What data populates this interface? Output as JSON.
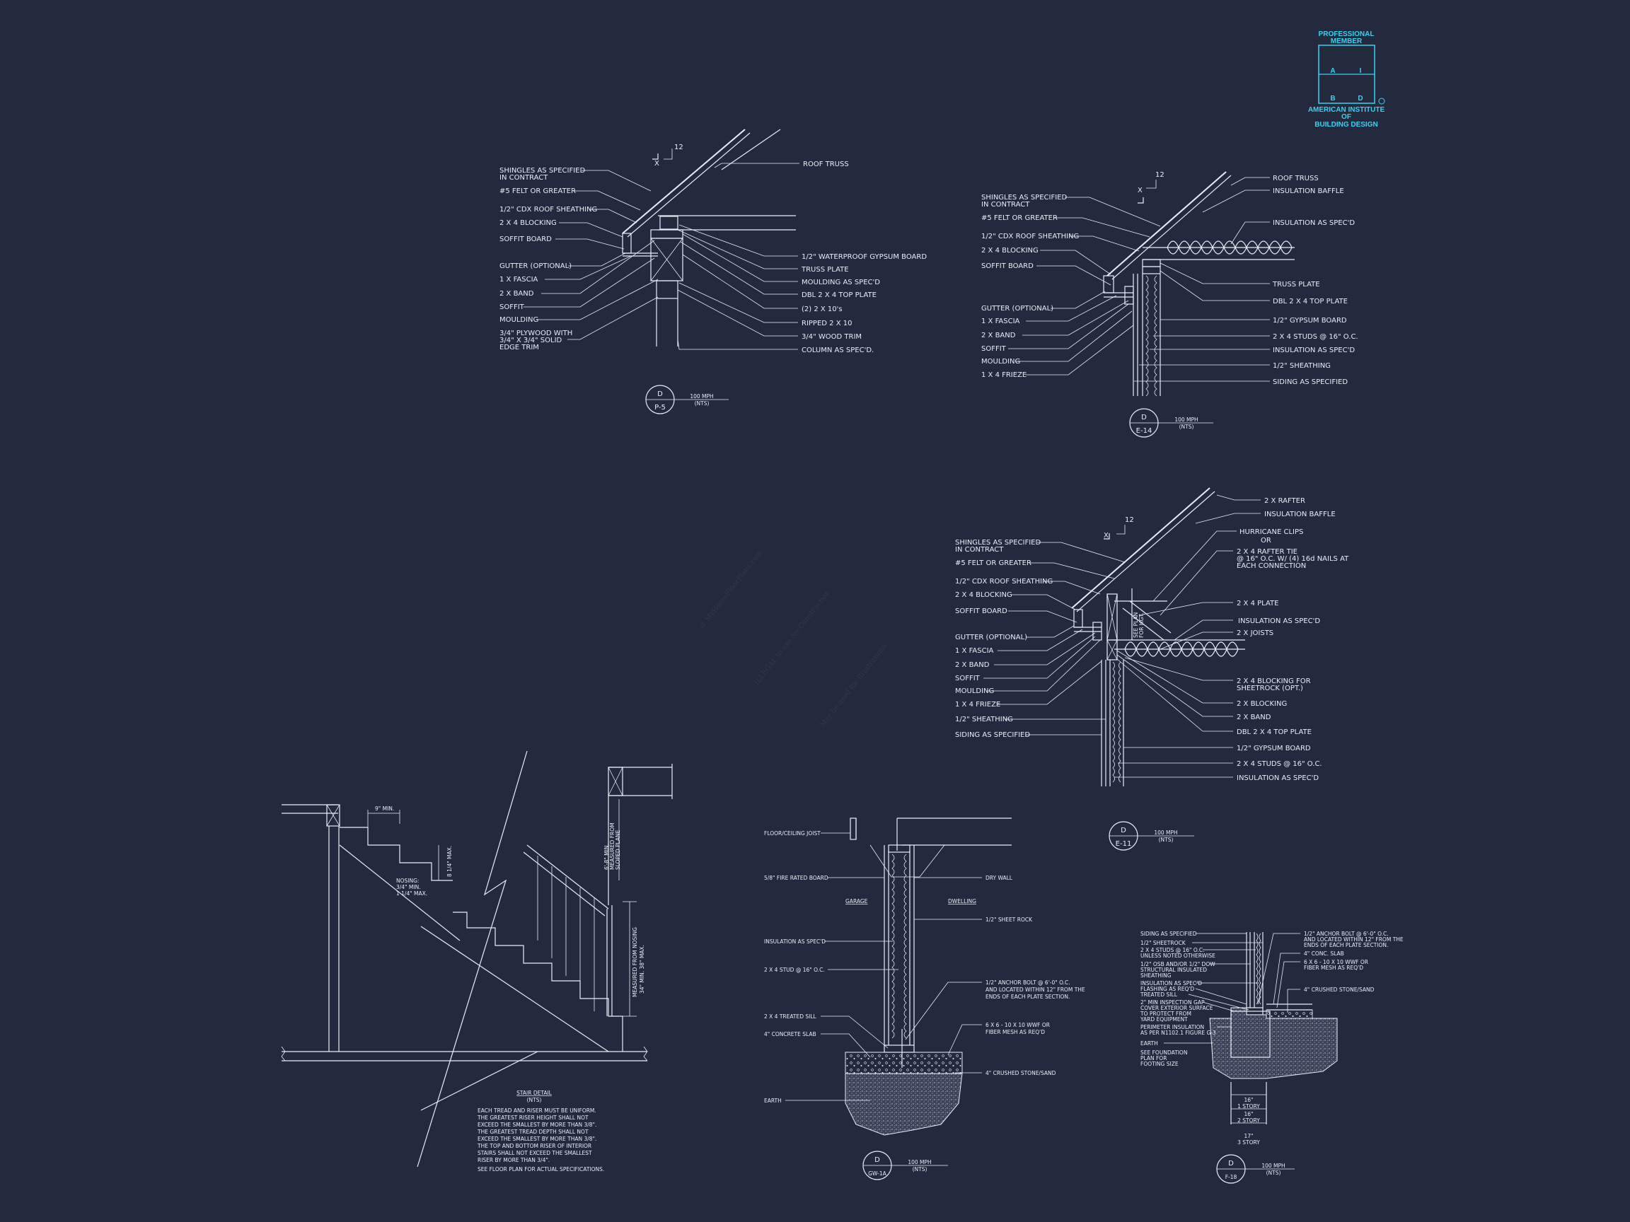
{
  "logo": {
    "top": [
      "PROFESSIONAL",
      "MEMBER"
    ],
    "letters": [
      "A",
      "I",
      "B",
      "D"
    ],
    "bottom": [
      "AMERICAN INSTITUTE",
      "OF",
      "BUILDING DESIGN"
    ],
    "color": "#38d2f0"
  },
  "watermark": {
    "line1": "© MyHomeFloorPlans.com",
    "line2": "ILLEGAL to use for Construction",
    "line3": "May be used for Illustrations"
  },
  "details": {
    "p5": {
      "pitch": "12",
      "x": "X",
      "left": [
        "SHINGLES AS SPECIFIED",
        "IN CONTRACT",
        "#5 FELT OR GREATER",
        "1/2\" CDX ROOF SHEATHING",
        "2 X 4 BLOCKING",
        "SOFFIT  BOARD",
        "GUTTER (OPTIONAL)",
        "1 X   FASCIA",
        "2 X   BAND",
        "SOFFIT",
        "MOULDING",
        "3/4\" PLYWOOD WITH",
        "3/4\" X 3/4\" SOLID",
        "EDGE TRIM"
      ],
      "right": [
        "ROOF TRUSS",
        "1/2\" WATERPROOF GYPSUM BOARD",
        "TRUSS PLATE",
        "MOULDING AS SPEC'D",
        "DBL 2 X 4 TOP PLATE",
        "(2) 2 X 10's",
        "RIPPED 2 X 10",
        "3/4\" WOOD TRIM",
        "COLUMN AS SPEC'D."
      ],
      "tag": {
        "top": "D",
        "bottom": "P-5",
        "wind": "100 MPH",
        "scale": "(NTS)"
      }
    },
    "e14": {
      "pitch": "12",
      "x": "X",
      "left": [
        "SHINGLES AS SPECIFIED",
        "IN CONTRACT",
        "#5 FELT OR GREATER",
        "1/2\" CDX ROOF SHEATHING",
        "2 X 4 BLOCKING",
        "SOFFIT  BOARD",
        "GUTTER (OPTIONAL)",
        "1 X   FASCIA",
        "2 X   BAND",
        "SOFFIT",
        "MOULDING",
        "1 X 4 FRIEZE"
      ],
      "right": [
        "ROOF TRUSS",
        "INSULATION BAFFLE",
        "INSULATION AS SPEC'D",
        "TRUSS PLATE",
        "DBL 2 X 4 TOP PLATE",
        "1/2\" GYPSUM BOARD",
        "2 X 4 STUDS @ 16\" O.C.",
        "INSULATION AS SPEC'D",
        "1/2\" SHEATHING",
        "SIDING AS SPECIFIED"
      ],
      "tag": {
        "top": "D",
        "bottom": "E-14",
        "wind": "100 MPH",
        "scale": "(NTS)"
      }
    },
    "e11": {
      "pitch": "12",
      "x": "X",
      "vertical": [
        "SEE PLAN",
        "FOR HGT."
      ],
      "left": [
        "SHINGLES AS SPECIFIED",
        "IN CONTRACT",
        "#5 FELT OR GREATER",
        "1/2\" CDX ROOF SHEATHING",
        "2 X 4 BLOCKING",
        "SOFFIT  BOARD",
        "GUTTER (OPTIONAL)",
        "1 X   FASCIA",
        "2 X   BAND",
        "SOFFIT",
        "MOULDING",
        "1 X 4 FRIEZE",
        "1/2\" SHEATHING",
        "SIDING AS SPECIFIED"
      ],
      "right": [
        "2 X    RAFTER",
        "INSULATION BAFFLE",
        "HURRICANE CLIPS",
        "OR",
        "2 X 4 RAFTER TIE",
        "@ 16\" O.C. W/ (4) 16d NAILS AT",
        "EACH CONNECTION",
        "2 X 4 PLATE",
        "INSULATION AS SPEC'D",
        "2 X    JOISTS",
        "2 X 4 BLOCKING FOR",
        "SHEETROCK (OPT.)",
        "2 X    BLOCKING",
        "2 X    BAND",
        "DBL 2 X 4 TOP PLATE",
        "1/2\" GYPSUM BOARD",
        "2 X 4 STUDS @ 16\" O.C.",
        "INSULATION AS SPEC'D"
      ],
      "tag": {
        "top": "D",
        "bottom": "E-11",
        "wind": "100 MPH",
        "scale": "(NTS)"
      }
    },
    "stair": {
      "dims": [
        "9\" MIN.",
        "8 1/4\" MAX.",
        "NOSING:",
        "3/4\" MIN.",
        "1 1/4\" MAX."
      ],
      "headroom": [
        "6'-8\" MIN.",
        "MEASURED FROM",
        "SLOPED PLANE"
      ],
      "handrail": [
        "MEASURED FROM NOSING",
        "34\" MIN.  38\" MAX."
      ],
      "title": "STAIR DETAIL",
      "scale": "(NTS)",
      "notes": [
        "EACH TREAD AND RISER MUST BE UNIFORM.",
        "THE GREATEST RISER HEIGHT SHALL NOT",
        "EXCEED THE SMALLEST BY MORE THAN  3/8\".",
        "THE GREATEST TREAD DEPTH SHALL NOT",
        "EXCEED THE SMALLEST BY MORE THAN  3/8\".",
        "THE TOP AND BOTTOM RISER OF INTERIOR",
        "STAIRS SHALL NOT EXCEED THE SMALLEST",
        "RISER BY MORE THAN 3/4\".",
        "SEE FLOOR PLAN FOR ACTUAL SPECIFICATIONS."
      ]
    },
    "gw1a": {
      "left": [
        "FLOOR/CEILING JOIST",
        "5/8\" FIRE RATED BOARD",
        "INSULATION AS SPEC'D",
        "2 X 4 STUD @ 16\" O.C.",
        "2 X 4 TREATED SILL",
        "4\" CONCRETE SLAB",
        "EARTH"
      ],
      "sides": [
        "GARAGE",
        "DWELLING"
      ],
      "right": [
        "DRY WALL",
        "1/2\" SHEET ROCK",
        "1/2\" ANCHOR BOLT @ 6'-0\" O.C.",
        "AND LOCATED WITHIN 12\" FROM THE",
        "ENDS OF EACH PLATE SECTION.",
        "6 X 6 - 10 X 10 WWF OR",
        "FIBER MESH AS REQ'D",
        "4\" CRUSHED STONE/SAND"
      ],
      "tag": {
        "top": "D",
        "bottom": "GW-1A",
        "wind": "100 MPH",
        "scale": "(NTS)"
      }
    },
    "f18": {
      "left": [
        "SIDING AS SPECIFIED",
        "1/2\" SHEETROCK",
        "2 X 4 STUDS @ 16\" O.C.",
        "UNLESS NOTED OTHERWISE",
        "1/2\" OSB AND/OR 1/2\" DOW",
        "STRUCTURAL INSULATED",
        "SHEATHING",
        "INSULATION AS SPEC'D",
        "FLASHING AS REQ'D",
        "TREATED SILL",
        "2\" MIN INSPECTION GAP",
        "COVER EXTERIOR SURFACE",
        "TO PROTECT FROM",
        "YARD EQUIPMENT",
        "PERIMETER INSULATION",
        "AS PER N1102.1 FIGURE G-3",
        "EARTH",
        "SEE FOUNDATION",
        "PLAN FOR",
        "FOOTING SIZE"
      ],
      "right": [
        "1/2\" ANCHOR BOLT @ 6'-0\" O.C.",
        "AND LOCATED WITHIN 12\" FROM THE",
        "ENDS OF EACH PLATE SECTION.",
        "4\" CONC. SLAB",
        "6 X 6 - 10 X 10 WWF OR",
        "FIBER MESH AS REQ'D",
        "4\" CRUSHED STONE/SAND"
      ],
      "widths": [
        "16\"",
        "1 STORY",
        "16\"",
        "2 STORY",
        "17\"",
        "3 STORY"
      ],
      "tag": {
        "top": "D",
        "bottom": "F-18",
        "wind": "100 MPH",
        "scale": "(NTS)"
      }
    }
  }
}
